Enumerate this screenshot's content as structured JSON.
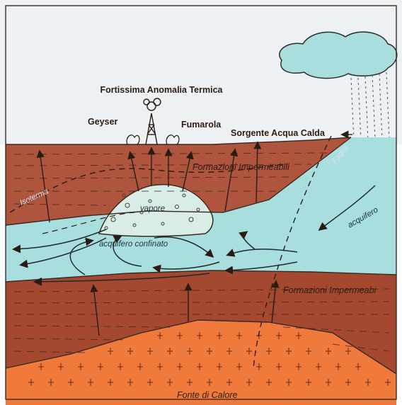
{
  "labels": {
    "top_title": "Fortissima Anomalia Termica",
    "geyser": "Geyser",
    "fumarola": "Fumarola",
    "sorgente": "Sorgente Acqua Calda",
    "faglia": "Faglia",
    "formazioni_1": "Formazioni Impermeabili",
    "isoterma": "Isoterma",
    "vapore": "vapore",
    "acquifero_confinato": "acquifero confinato",
    "acquifero": "acquifero",
    "formazioni_2": "Formazioni Impermeabi",
    "fonte": "Fonte di Calore"
  },
  "colors": {
    "sky": "#eef1f4",
    "brown_upper": "#b0553d",
    "brown_lower": "#a4492f",
    "aquifer": "#a9dede",
    "heat": "#ef7a3c",
    "vapor": "#d9ece6",
    "outline": "#3a2a22"
  }
}
